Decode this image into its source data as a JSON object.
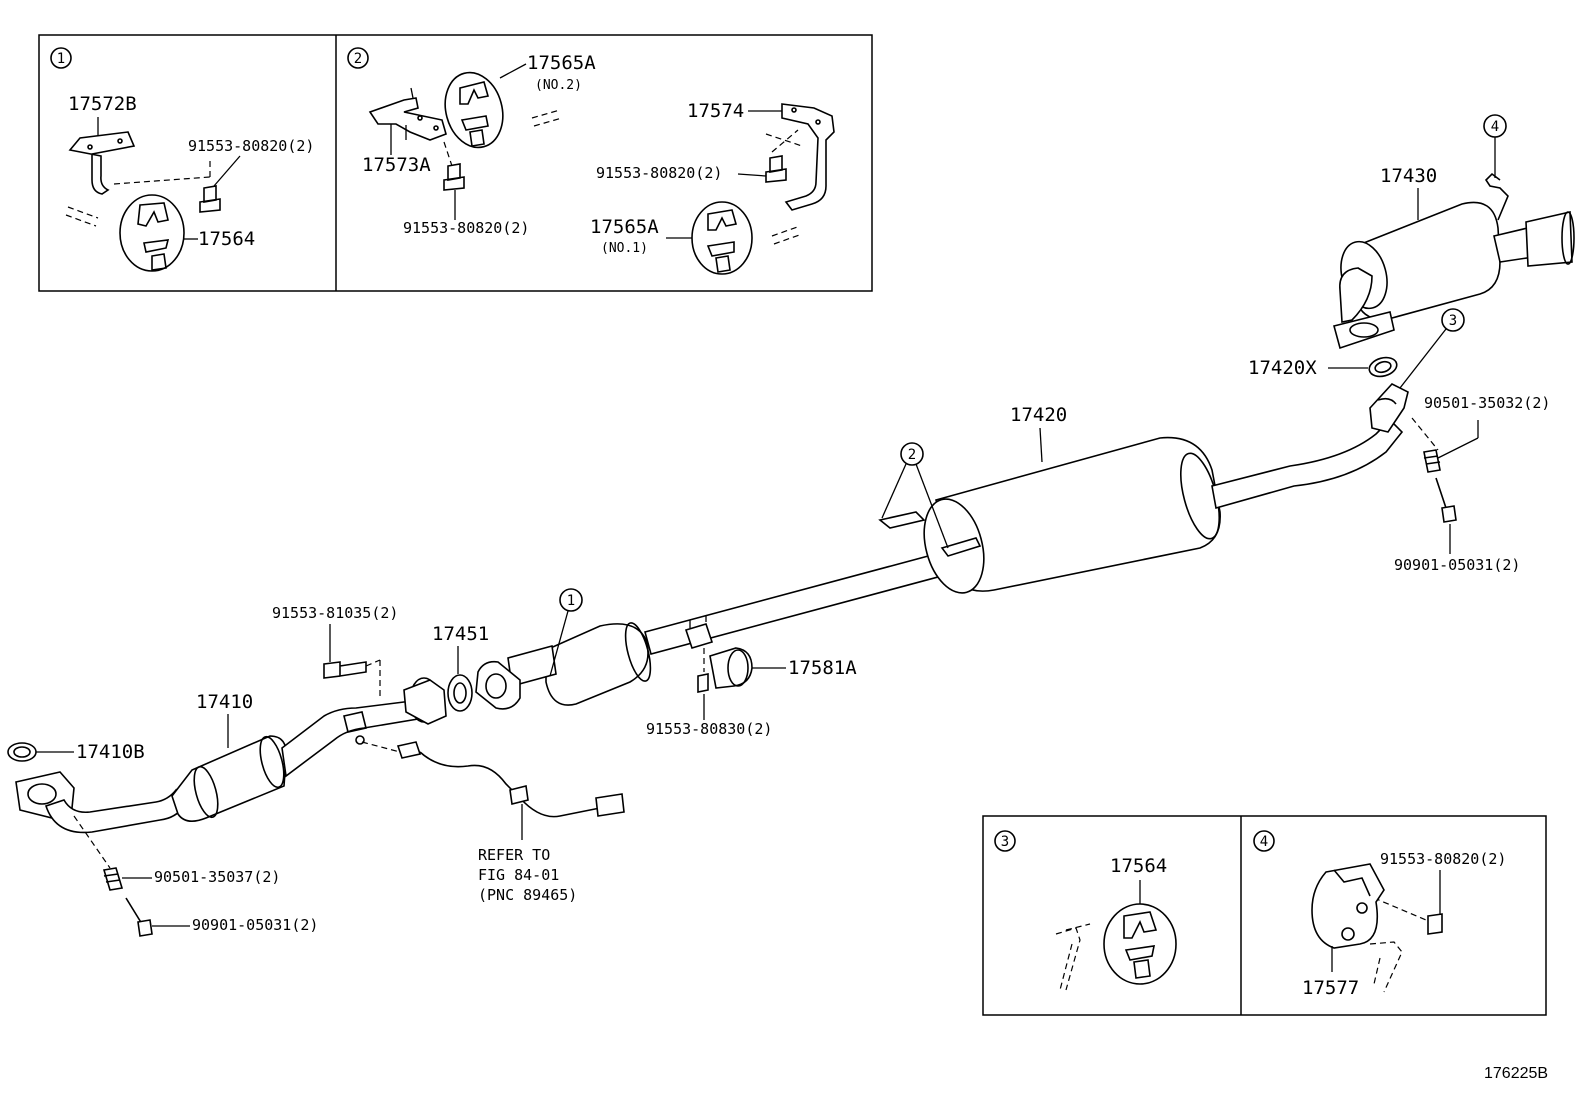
{
  "insets": {
    "i1": {
      "num": "1",
      "labels": [
        "17572B",
        "91553-80820(2)",
        "17564"
      ]
    },
    "i2": {
      "num": "2",
      "labels": [
        "17565A",
        "(NO.2)",
        "17573A",
        "91553-80820(2)",
        "17574",
        "91553-80820(2)",
        "17565A",
        "(NO.1)"
      ]
    },
    "i3": {
      "num": "3",
      "labels": [
        "17564"
      ]
    },
    "i4": {
      "num": "4",
      "labels": [
        "91553-80820(2)",
        "17577"
      ]
    }
  },
  "main_labels": {
    "p17430": "17430",
    "p17420x": "17420X",
    "p17420": "17420",
    "p90501_35032": "90501-35032(2)",
    "p90901_05031_r": "90901-05031(2)",
    "p91553_81035": "91553-81035(2)",
    "p17451": "17451",
    "p17581a": "17581A",
    "p91553_80830": "91553-80830(2)",
    "p17410": "17410",
    "p17410b": "17410B",
    "p90501_35037": "90501-35037(2)",
    "p90901_05031_l": "90901-05031(2)",
    "refer1": "REFER TO",
    "refer2": "FIG 84-01",
    "refer3": "(PNC 89465)"
  },
  "callouts": {
    "c1": "1",
    "c2": "2",
    "c3": "3",
    "c4": "4"
  },
  "figure_id": "176225B"
}
